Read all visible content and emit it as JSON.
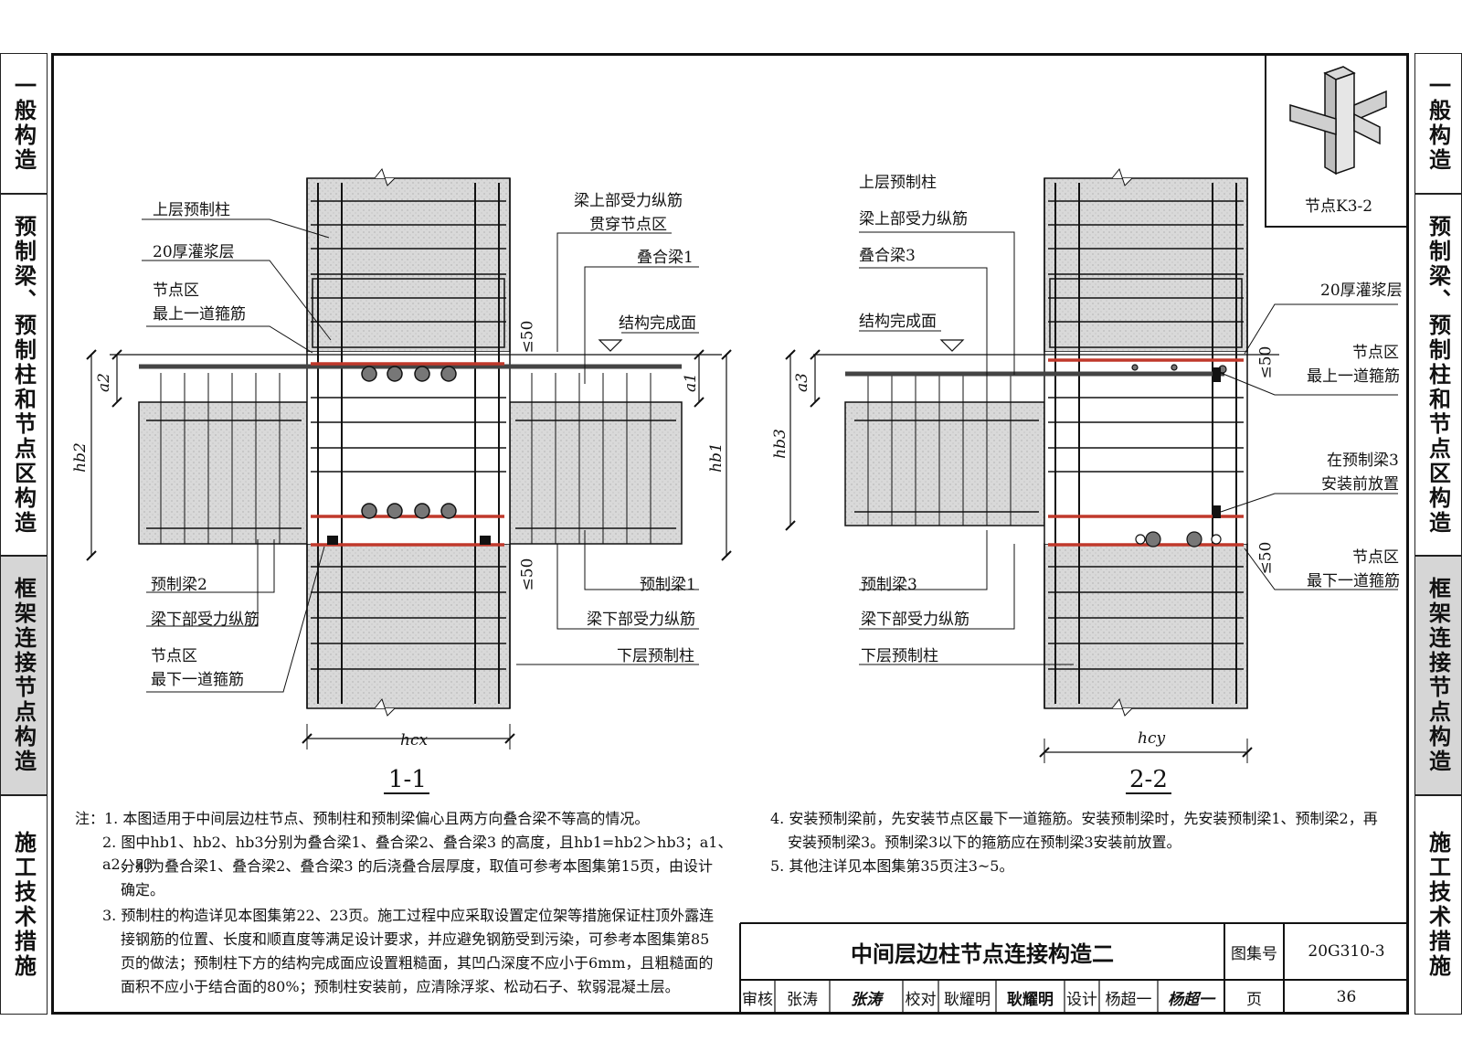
{
  "side_tabs": {
    "general": "一般构造",
    "precast": "预制梁、预制柱和节点区构造",
    "frame": "框架连接节点构造",
    "construction": "施工技术措施"
  },
  "node_icon_label": "节点K3-2",
  "section_1": {
    "title": "1-1",
    "upper_column": "上层预制柱",
    "grout": "20厚灌浆层",
    "node_top_stirrup_1": "节点区",
    "node_top_stirrup_2": "最上一道箍筋",
    "top_bar_through_1": "梁上部受力纵筋",
    "top_bar_through_2": "贯穿节点区",
    "composite_beam_1": "叠合梁1",
    "finish_surface": "结构完成面",
    "precast_beam_2": "预制梁2",
    "bottom_bar_left": "梁下部受力纵筋",
    "node_bottom_stirrup_1": "节点区",
    "node_bottom_stirrup_2": "最下一道箍筋",
    "precast_beam_1": "预制梁1",
    "bottom_bar_right": "梁下部受力纵筋",
    "lower_column": "下层预制柱",
    "dim_top": "≤50",
    "dim_bottom": "≤50",
    "a2": "a2",
    "a1": "a1",
    "hb2": "hb2",
    "hb1": "hb1",
    "hcx": "hcx"
  },
  "section_2": {
    "title": "2-2",
    "upper_column": "上层预制柱",
    "top_bar": "梁上部受力纵筋",
    "composite_beam_3": "叠合梁3",
    "finish_surface": "结构完成面",
    "grout": "20厚灌浆层",
    "node_top_stirrup_1": "节点区",
    "node_top_stirrup_2": "最上一道箍筋",
    "place_before_1": "在预制梁3",
    "place_before_2": "安装前放置",
    "node_bottom_stirrup_1": "节点区",
    "node_bottom_stirrup_2": "最下一道箍筋",
    "precast_beam_3": "预制梁3",
    "bottom_bar": "梁下部受力纵筋",
    "lower_column": "下层预制柱",
    "dim_top": "≤50",
    "dim_bottom": "≤50",
    "a3": "a3",
    "hb3": "hb3",
    "hcy": "hcy"
  },
  "notes": {
    "n1": "注：1. 本图适用于中间层边柱节点、预制柱和预制梁偏心且两方向叠合梁不等高的情况。",
    "n2_l1": "2. 图中hb1、hb2、hb3分别为叠合梁1、叠合梁2、叠合梁3 的高度，且hb1=hb2＞hb3；a1、a2、a3",
    "n2_l2": "分别为叠合梁1、叠合梁2、叠合梁3 的后浇叠合层厚度，取值可参考本图集第15页，由设计",
    "n2_l3": "确定。",
    "n3_l1": "3. 预制柱的构造详见本图集第22、23页。施工过程中应采取设置定位架等措施保证柱顶外露连",
    "n3_l2": "接钢筋的位置、长度和顺直度等满足设计要求，并应避免钢筋受到污染，可参考本图集第85",
    "n3_l3": "页的做法；预制柱下方的结构完成面应设置粗糙面，其凹凸深度不应小于6mm，且粗糙面的",
    "n3_l4": "面积不应小于结合面的80%；预制柱安装前，应清除浮浆、松动石子、软弱混凝土层。",
    "n4_l1": "4. 安装预制梁前，先安装节点区最下一道箍筋。安装预制梁时，先安装预制梁1、预制梁2，再",
    "n4_l2": "安装预制梁3。预制梁3以下的箍筋应在预制梁3安装前放置。",
    "n5": "5. 其他注详见本图集第35页注3~5。"
  },
  "title_block": {
    "title": "中间层边柱节点连接构造二",
    "atlas_label": "图集号",
    "atlas_no": "20G310-3",
    "review_label": "审核",
    "reviewer": "张涛",
    "reviewer_sig": "张涛",
    "check_label": "校对",
    "checker": "耿耀明",
    "checker_sig": "耿耀明",
    "design_label": "设计",
    "designer": "杨超一",
    "designer_sig": "杨超一",
    "page_label": "页",
    "page_no": "36"
  },
  "colors": {
    "concrete": "#d9d9d9",
    "line": "#111111",
    "stirrup_red": "#c0392b"
  }
}
